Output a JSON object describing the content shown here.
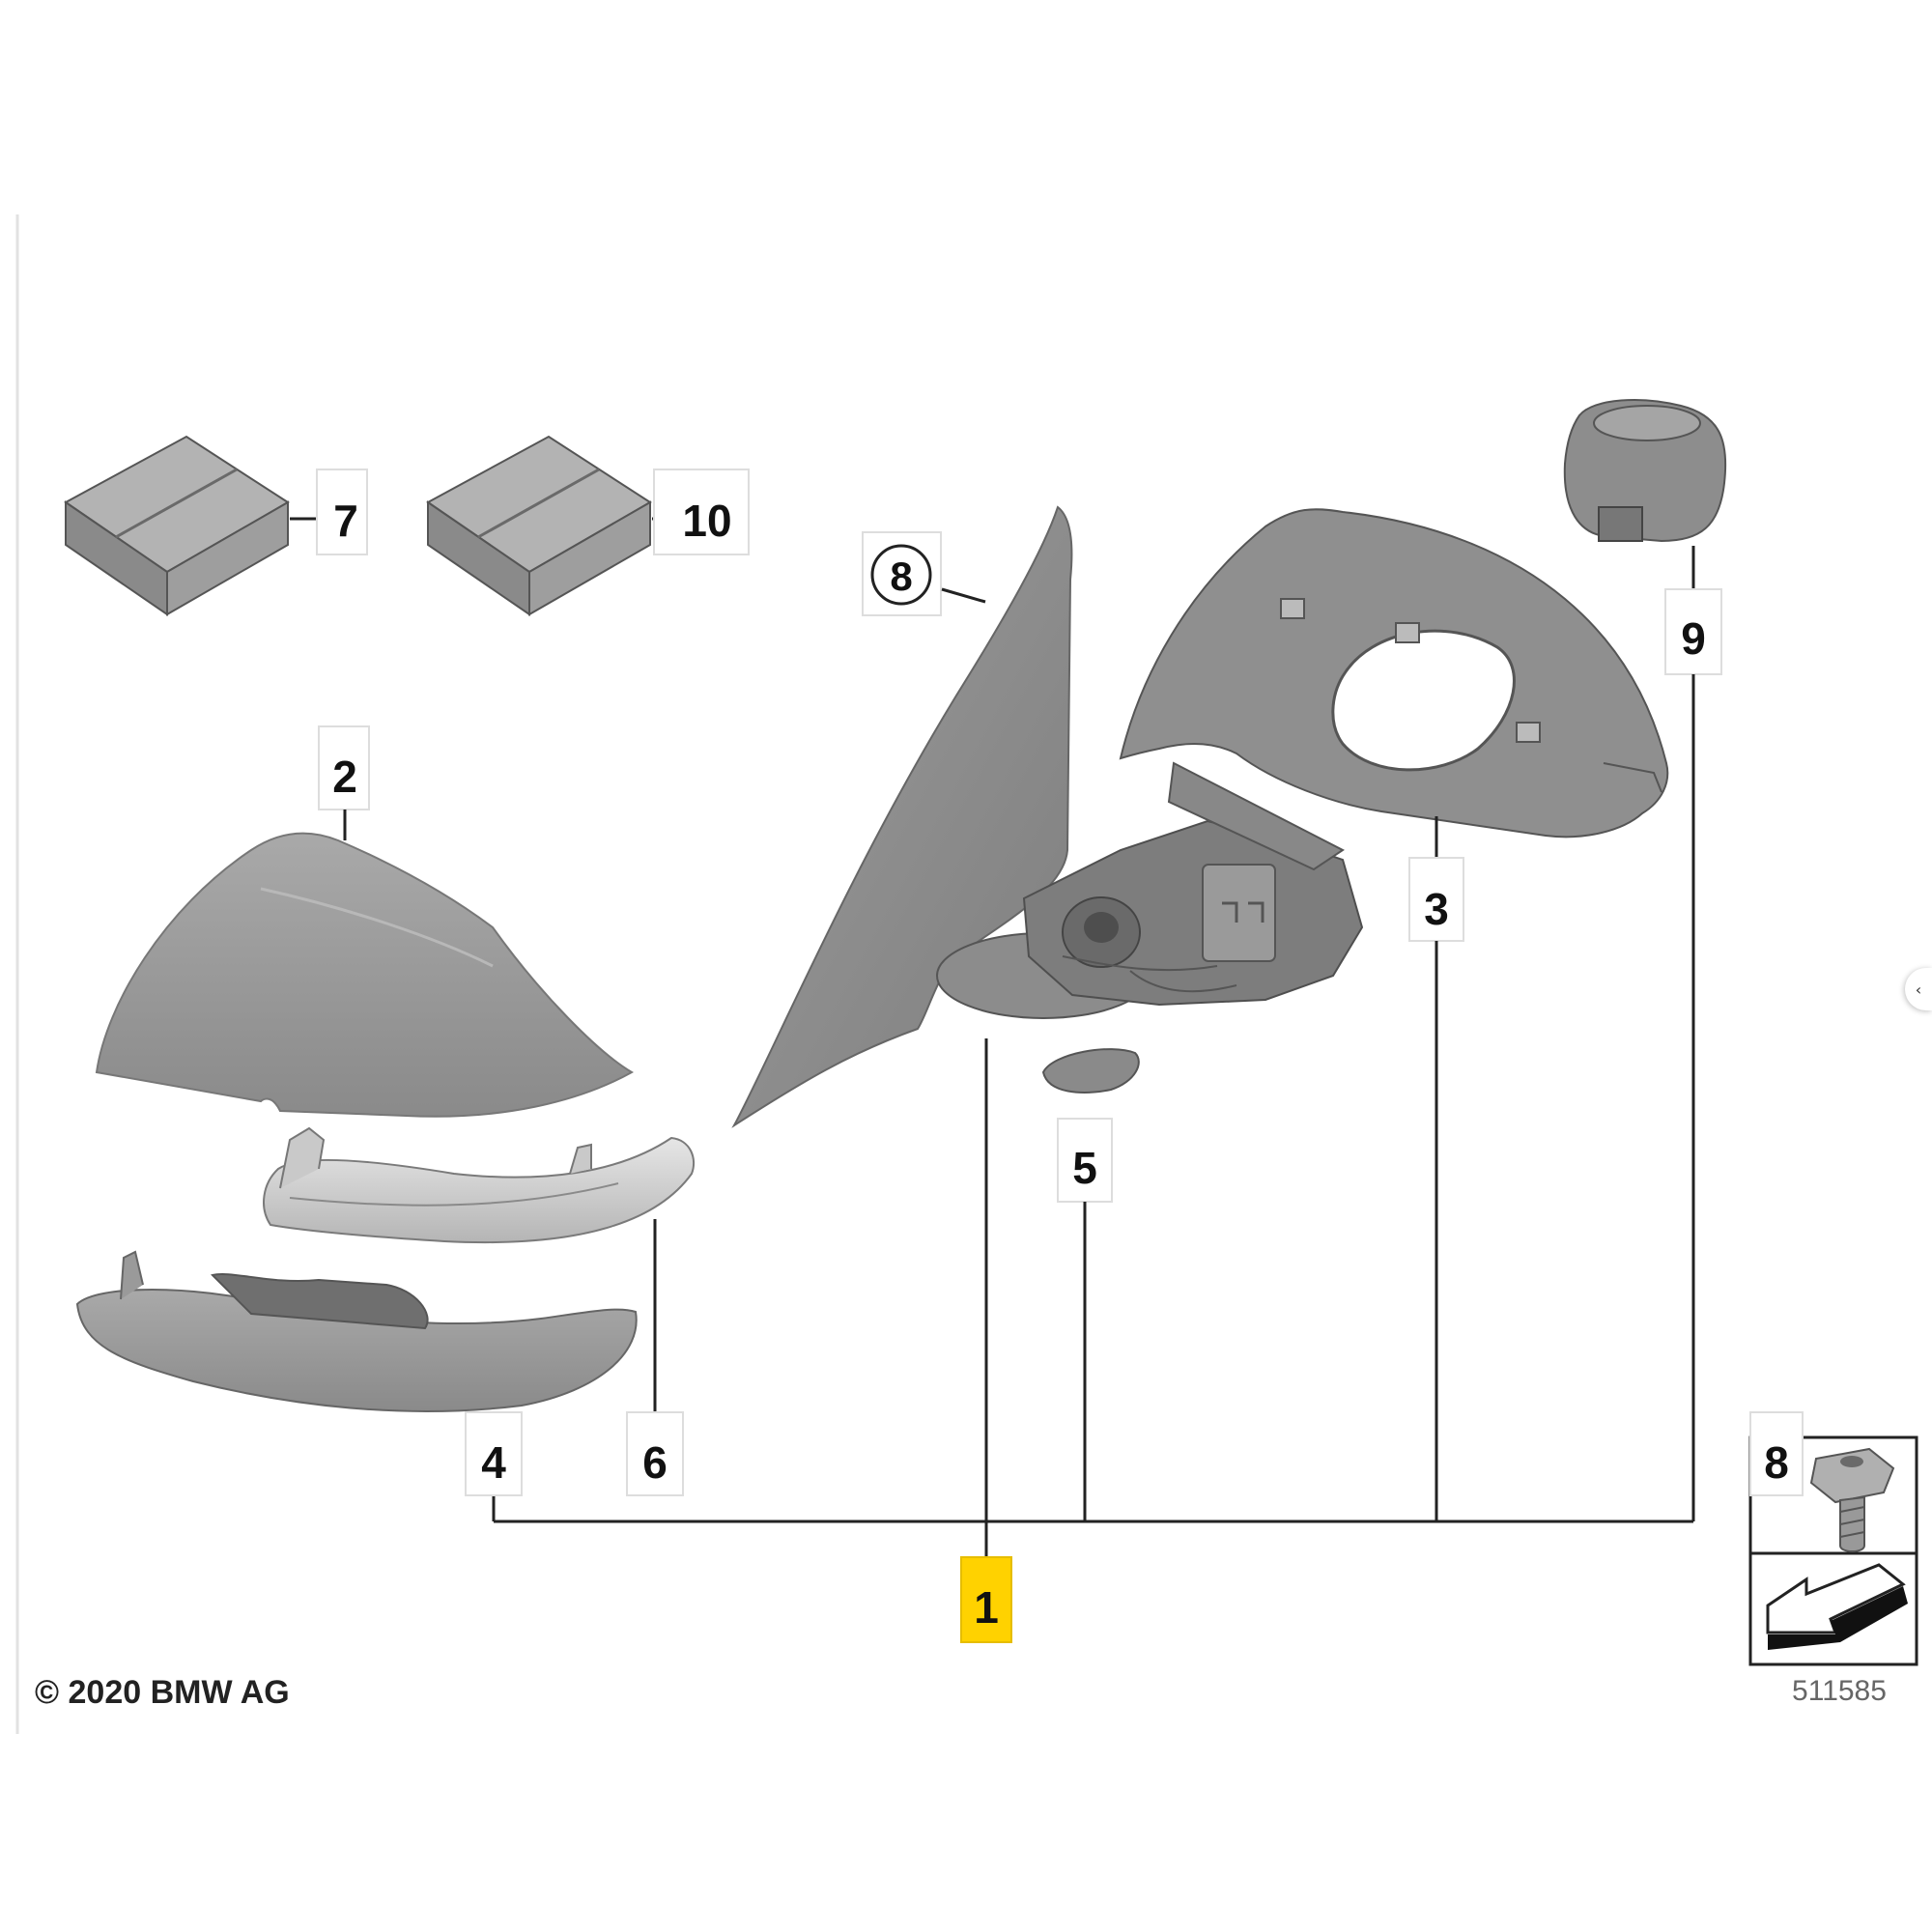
{
  "callouts": {
    "c1": "1",
    "c2": "2",
    "c3": "3",
    "c4": "4",
    "c5": "5",
    "c6": "6",
    "c7": "7",
    "c8_circle": "8",
    "c8_screw": "8",
    "c9": "9",
    "c10": "10"
  },
  "footer": {
    "copyright": "© 2020 BMW AG",
    "diagram_code": "511585"
  },
  "side_tab": {
    "icon": "chevron-left-icon",
    "glyph": "‹"
  },
  "colors": {
    "part_fill": "#8f8f8f",
    "part_dark": "#6f6f6f",
    "highlight_callout": "#ffd200"
  }
}
